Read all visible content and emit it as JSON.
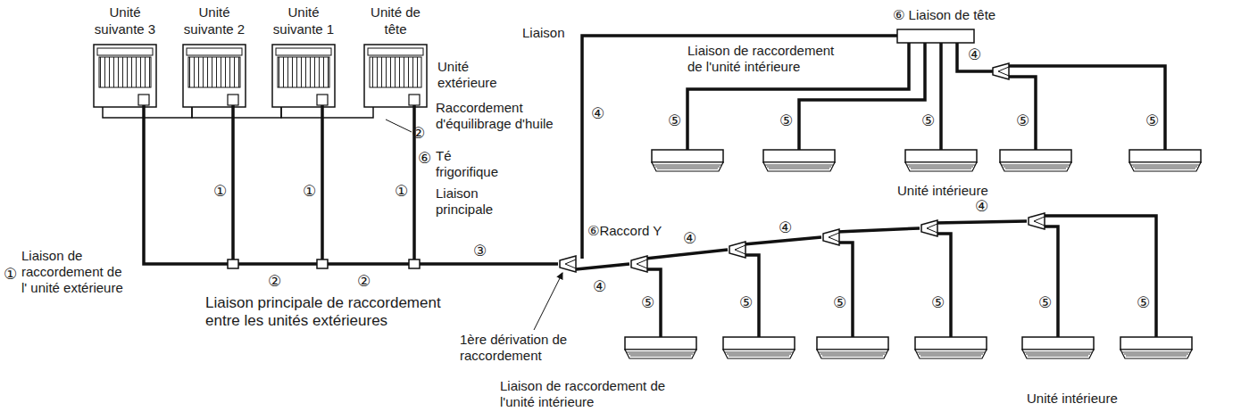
{
  "diagram": {
    "nodes": [
      {
        "text": [
          "Unité suivante 3"
        ]
      },
      {
        "text": [
          "Unité suivante 2"
        ]
      },
      {
        "text": [
          "Unité suivante 1"
        ]
      },
      {
        "text": [
          "Unité de tête"
        ]
      }
    ],
    "edges": [
      {
        "from": 0,
        "to": 1,
        "arrow": "none"
      },
      {
        "from": 1,
        "to": 2,
        "arrow": "none"
      },
      {
        "from": 2,
        "to": 3,
        "arrow": "none"
      }
    ],
    "labels": [
      "Unité extérieure",
      "Raccordement d'équilibrage d'huile",
      "②",
      "⑥",
      "Té frigorifique",
      "Liaison principale",
      "③",
      "①",
      "Liaison de raccordement de l' unité extérieure",
      "①",
      "①",
      "①",
      "②",
      "②",
      "Liaison principale de raccordement entre les unités extérieures",
      "1ère dérivation de raccordement",
      "⑥Raccord Y",
      "Liaison",
      "④",
      "⑥ Liaison de tête",
      "Liaison de raccordement de l'unité intérieure",
      "④",
      "⑤",
      "⑤",
      "⑤",
      "⑤",
      "⑤",
      "Unité intérieure",
      "④",
      "④",
      "④",
      "④",
      "⑤",
      "⑤",
      "⑤",
      "⑤",
      "⑤",
      "⑤",
      "Unité intérieure",
      "Liaison de raccordement de l'unité intérieure"
    ]
  }
}
